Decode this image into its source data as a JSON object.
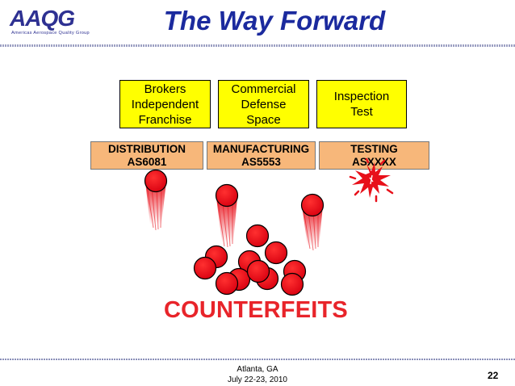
{
  "logo": {
    "mark": "AAQG",
    "subtitle": "Americas Aerospace Quality Group"
  },
  "slide": {
    "title": "The Way Forward",
    "page_number": "22"
  },
  "segments": [
    {
      "label": "Brokers\nIndependent\nFranchise"
    },
    {
      "label": "Commercial\nDefense\nSpace"
    },
    {
      "label": "Inspection\nTest"
    }
  ],
  "standards": [
    {
      "label": "DISTRIBUTION\nAS6081"
    },
    {
      "label": "MANUFACTURING\nAS5553"
    },
    {
      "label": "TESTING\nASXXXX"
    }
  ],
  "counterfeits_label": "COUNTERFEITS",
  "footer": {
    "location": "Atlanta, GA",
    "date": "July 22-23, 2010"
  },
  "colors": {
    "title": "#1b2a9e",
    "segment_box": "#ffff00",
    "standard_bar": "#f7b77a",
    "ball": "#e8101a",
    "counterfeits_text": "#e8242a"
  }
}
